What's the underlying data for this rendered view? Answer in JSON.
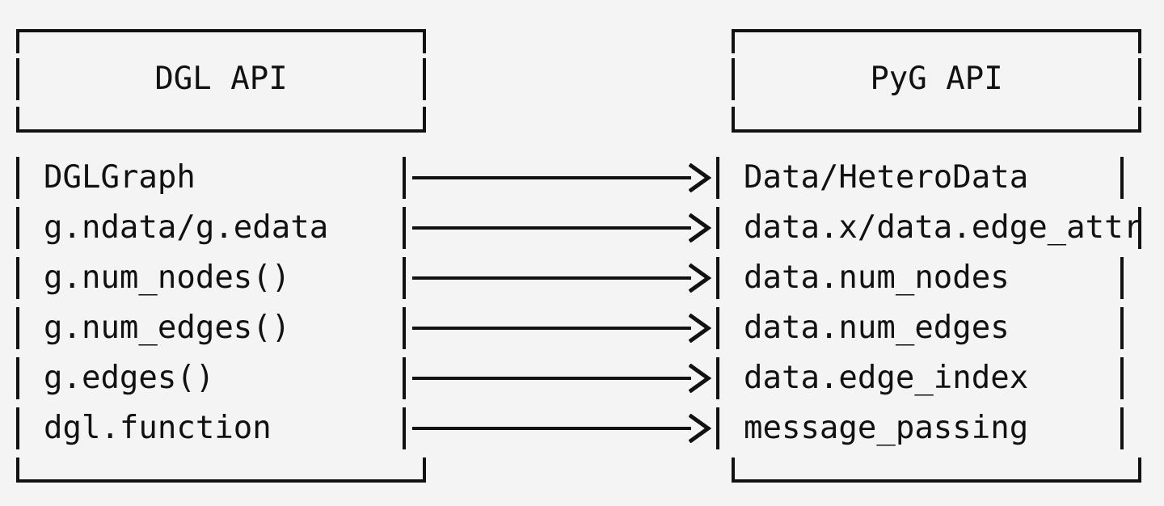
{
  "diagram": {
    "type": "ascii-api-mapping-table",
    "background_color": "#f4f4f4",
    "line_color": "#111111",
    "left_panel": {
      "title": "DGL API",
      "rows": [
        "DGLGraph",
        "g.ndata/g.edata",
        "g.num_nodes()",
        "g.num_edges()",
        "g.edges()",
        "dgl.function"
      ]
    },
    "right_panel": {
      "title": "PyG API",
      "rows": [
        "Data/HeteroData",
        "data.x/data.edge_attr",
        "data.num_nodes",
        "data.num_edges",
        "data.edge_index",
        "message_passing"
      ]
    },
    "connectors": [
      {
        "from": "DGLGraph",
        "to": "Data/HeteroData",
        "glyph": "———>"
      },
      {
        "from": "g.ndata/g.edata",
        "to": "data.x/data.edge_attr",
        "glyph": "———>"
      },
      {
        "from": "g.num_nodes()",
        "to": "data.num_nodes",
        "glyph": "———>"
      },
      {
        "from": "g.num_edges()",
        "to": "data.num_edges",
        "glyph": "———>"
      },
      {
        "from": "g.edges()",
        "to": "data.edge_index",
        "glyph": "———>"
      },
      {
        "from": "dgl.function",
        "to": "message_passing",
        "glyph": "———>"
      }
    ]
  }
}
